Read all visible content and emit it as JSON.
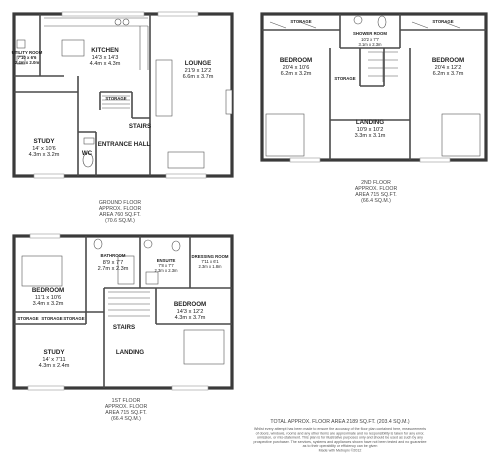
{
  "ground_floor": {
    "rooms": {
      "utility": {
        "name": "UTILITY ROOM",
        "dim_imp": "7'10 x 6'6",
        "dim_met": "2.4m x 2.0m"
      },
      "kitchen": {
        "name": "KITCHEN",
        "dim_imp": "14'3 x 14'3",
        "dim_met": "4.4m x 4.3m"
      },
      "lounge": {
        "name": "LOUNGE",
        "dim_imp": "21'9 x 12'2",
        "dim_met": "6.6m x 3.7m"
      },
      "storage": {
        "name": "STORAGE"
      },
      "stairs": {
        "name": "STAIRS"
      },
      "study": {
        "name": "STUDY",
        "dim_imp": "14' x 10'6",
        "dim_met": "4.3m x 3.2m"
      },
      "wc": {
        "name": "WC"
      },
      "hall": {
        "name": "ENTRANCE HALL"
      }
    },
    "caption": [
      "GROUND FLOOR",
      "APPROX. FLOOR",
      "AREA 760 SQ.FT.",
      "(70.6 SQ.M.)"
    ]
  },
  "second_floor": {
    "rooms": {
      "storage_left": {
        "name": "STORAGE"
      },
      "shower": {
        "name": "SHOWER ROOM",
        "dim_imp": "10'2 x 7'7",
        "dim_met": "3.1m x 2.3m"
      },
      "storage_right": {
        "name": "STORAGE"
      },
      "bedroom_left": {
        "name": "BEDROOM",
        "dim_imp": "20'4 x 10'6",
        "dim_met": "6.2m x 3.2m"
      },
      "storage_mid": {
        "name": "STORAGE"
      },
      "bedroom_right": {
        "name": "BEDROOM",
        "dim_imp": "20'4 x 12'2",
        "dim_met": "6.2m x 3.7m"
      },
      "landing": {
        "name": "LANDING",
        "dim_imp": "10'9 x 10'2",
        "dim_met": "3.3m x 3.1m"
      }
    },
    "caption": [
      "2ND FLOOR",
      "APPROX. FLOOR",
      "AREA 715 SQ.FT.",
      "(66.4 SQ.M.)"
    ]
  },
  "first_floor": {
    "rooms": {
      "bathroom": {
        "name": "BATHROOM",
        "dim_imp": "8'9 x 7'7",
        "dim_met": "2.7m x 2.3m"
      },
      "ensuite": {
        "name": "ENSUITE",
        "dim_imp": "7'8 x 7'7",
        "dim_met": "2.3m x 2.3m"
      },
      "dressing": {
        "name": "DRESSING ROOM",
        "dim_imp": "7'11 x 6'1",
        "dim_met": "2.3m x 1.8m"
      },
      "bedroom_left": {
        "name": "BEDROOM",
        "dim_imp": "11'1 x 10'6",
        "dim_met": "3.4m x 3.2m"
      },
      "bedroom_right": {
        "name": "BEDROOM",
        "dim_imp": "14'3 x 12'2",
        "dim_met": "4.3m x 3.7m"
      },
      "storage_a": {
        "name": "STORAGE"
      },
      "storage_b": {
        "name": "STORAGE"
      },
      "storage_c": {
        "name": "STORAGE"
      },
      "stairs": {
        "name": "STAIRS"
      },
      "study": {
        "name": "STUDY",
        "dim_imp": "14' x 7'11",
        "dim_met": "4.3m x 2.4m"
      },
      "landing": {
        "name": "LANDING"
      }
    },
    "caption": [
      "1ST FLOOR",
      "APPROX. FLOOR",
      "AREA 715 SQ.FT.",
      "(66.4 SQ.M.)"
    ]
  },
  "total": "TOTAL APPROX. FLOOR AREA 2189 SQ.FT. (203.4 SQ.M.)",
  "disclaimer": [
    "Whilst every attempt has been made to ensure the accuracy of the floor plan contained here, measurements",
    "of doors, windows, rooms and any other items are approximate and no responsibility is taken for any error,",
    "omission, or mis-statement. This plan is for illustrative purposes only and should be used as such by any",
    "prospective purchaser. The services, systems and appliances shown have not been tested and no guarantee",
    "as to their operability or efficiency can be given",
    "Made with Metropix ©2012"
  ]
}
